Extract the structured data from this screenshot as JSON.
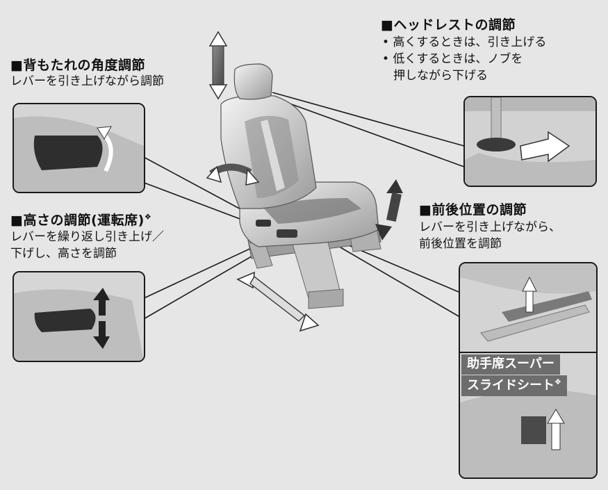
{
  "callouts": {
    "backrest": {
      "title": "■背もたれの角度調節",
      "desc": "レバーを引き上げながら調節"
    },
    "headrest": {
      "title": "■ヘッドレストの調節",
      "line1": "• 高くするときは、引き上げる",
      "line2": "• 低くするときは、ノブを",
      "line3": "押しながら下げる"
    },
    "height": {
      "title": "■高さの調節(運転席)",
      "mark": "❖",
      "line1": "レバーを繰り返し引き上げ／",
      "line2": "下げし、高さを調節"
    },
    "slide": {
      "title": "■前後位置の調節",
      "line1": "レバーを引き上げながら、",
      "line2": "前後位置を調節"
    },
    "super_slide": {
      "line1": "助手席スーパー",
      "line2": "スライドシート",
      "mark": "❖"
    }
  },
  "colors": {
    "background": "#e6e6e6",
    "inset_fill": "#cfcfcf",
    "banner": "#6d6d6d",
    "line": "#1a1a1a"
  }
}
